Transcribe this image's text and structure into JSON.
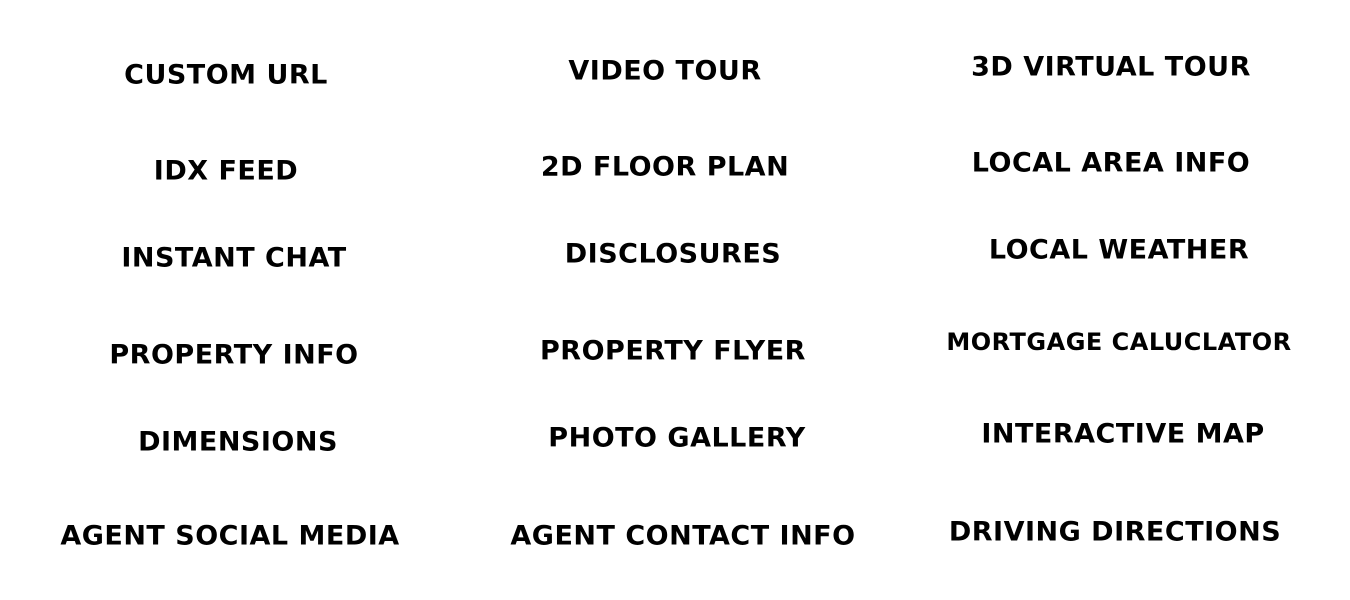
{
  "features": {
    "col1": [
      "CUSTOM URL",
      "IDX FEED",
      "INSTANT CHAT",
      "PROPERTY INFO",
      "DIMENSIONS",
      "AGENT SOCIAL MEDIA"
    ],
    "col2": [
      "VIDEO TOUR",
      "2D FLOOR PLAN",
      "DISCLOSURES",
      "PROPERTY FLYER",
      "PHOTO GALLERY",
      "AGENT CONTACT INFO"
    ],
    "col3": [
      "3D VIRTUAL TOUR",
      "LOCAL AREA INFO",
      "LOCAL WEATHER",
      "MORTGAGE CALUCLATOR",
      "INTERACTIVE MAP",
      "DRIVING DIRECTIONS"
    ]
  },
  "colors": {
    "text": "#000000",
    "background": "#ffffff"
  }
}
